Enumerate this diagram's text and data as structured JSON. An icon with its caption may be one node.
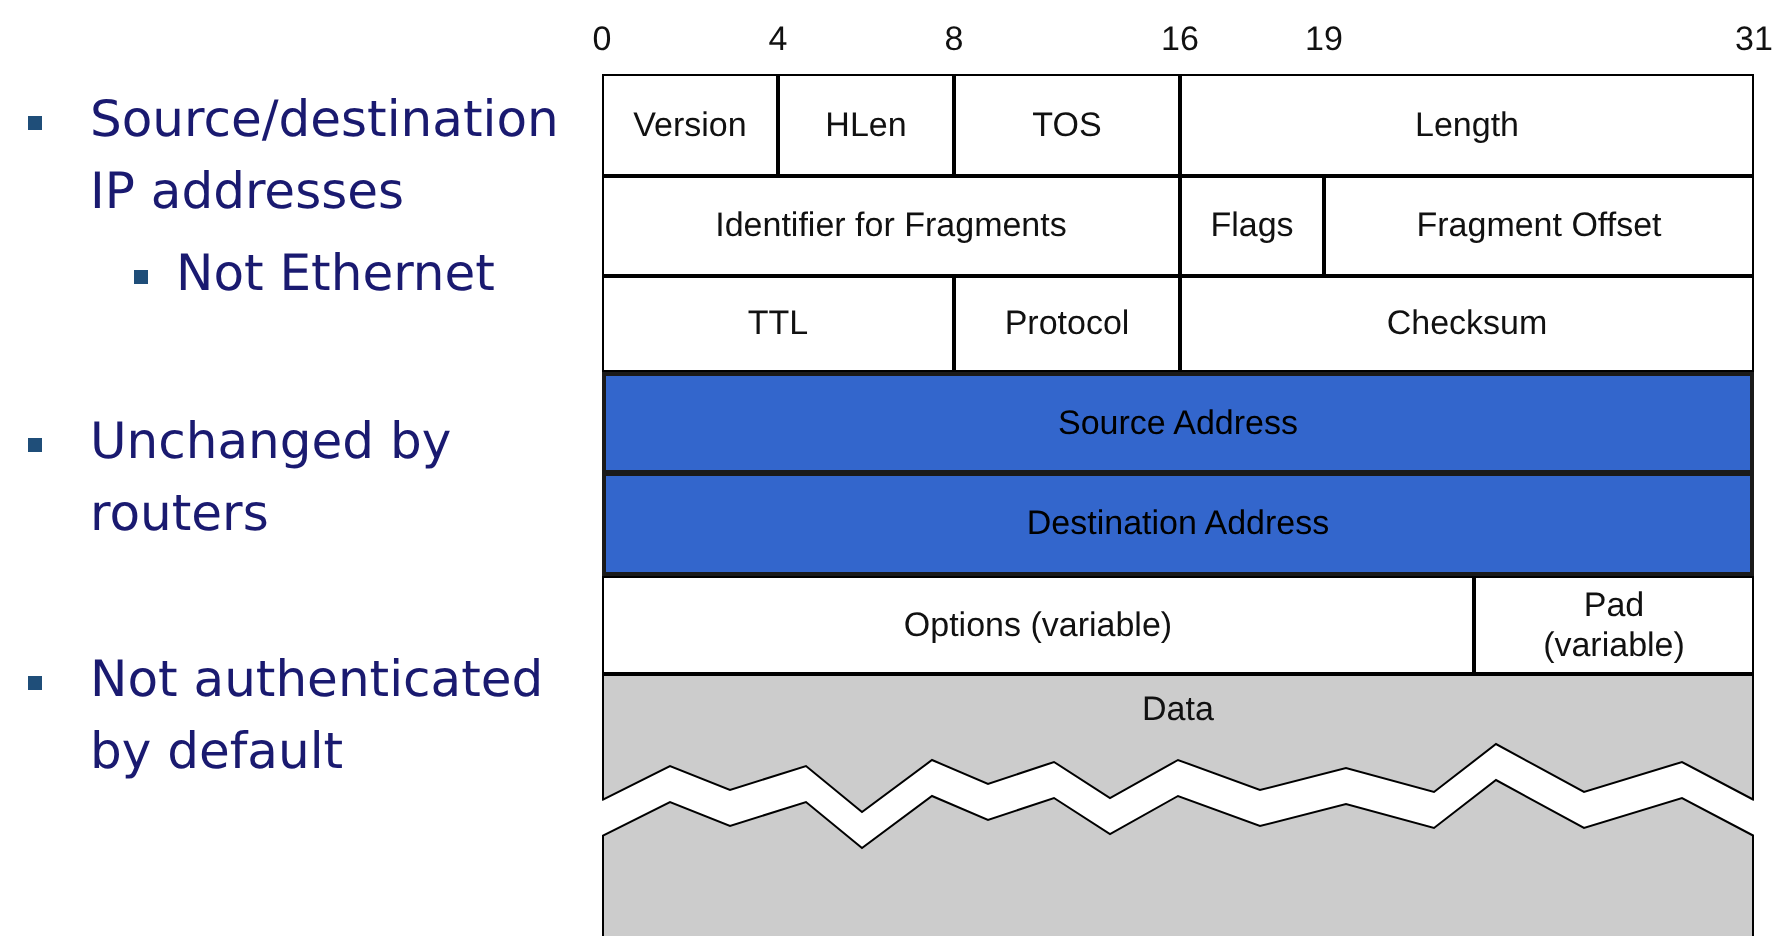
{
  "diagram": {
    "nodes": [
      {
        "text": [
          "Version"
        ]
      },
      {
        "text": [
          "HLen"
        ]
      },
      {
        "text": [
          "TOS"
        ]
      },
      {
        "text": [
          "Length"
        ]
      },
      {
        "text": [
          "Identifier for Fragments"
        ]
      },
      {
        "text": [
          "Flags"
        ]
      },
      {
        "text": [
          "Fragment Offset"
        ]
      },
      {
        "text": [
          "TTL"
        ]
      },
      {
        "text": [
          "Protocol"
        ]
      },
      {
        "text": [
          "Checksum"
        ]
      },
      {
        "text": [
          "Source Address"
        ]
      },
      {
        "text": [
          "Destination Address"
        ]
      },
      {
        "text": [
          "Options (variable)"
        ]
      },
      {
        "text": [
          "Pad (variable)"
        ]
      },
      {
        "text": [
          "Data"
        ]
      }
    ],
    "labels": [
      "0",
      "4",
      "8",
      "16",
      "19",
      "31",
      "Source/destination IP addresses",
      "Not Ethernet",
      "Unchanged by routers",
      "Not authenticated by default"
    ]
  }
}
